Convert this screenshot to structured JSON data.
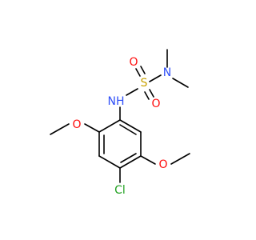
{
  "molecule": {
    "atoms": {
      "nh": "NH",
      "s": "S",
      "n": "N",
      "o_top": "O",
      "o_bottom": "O",
      "o_left": "O",
      "o_right": "O",
      "cl": "Cl"
    },
    "colors": {
      "bond": "#000000",
      "nitrogen": "#3050F8",
      "sulfur": "#C8A000",
      "oxygen": "#FF0D0D",
      "chlorine": "#1FA01F"
    }
  }
}
